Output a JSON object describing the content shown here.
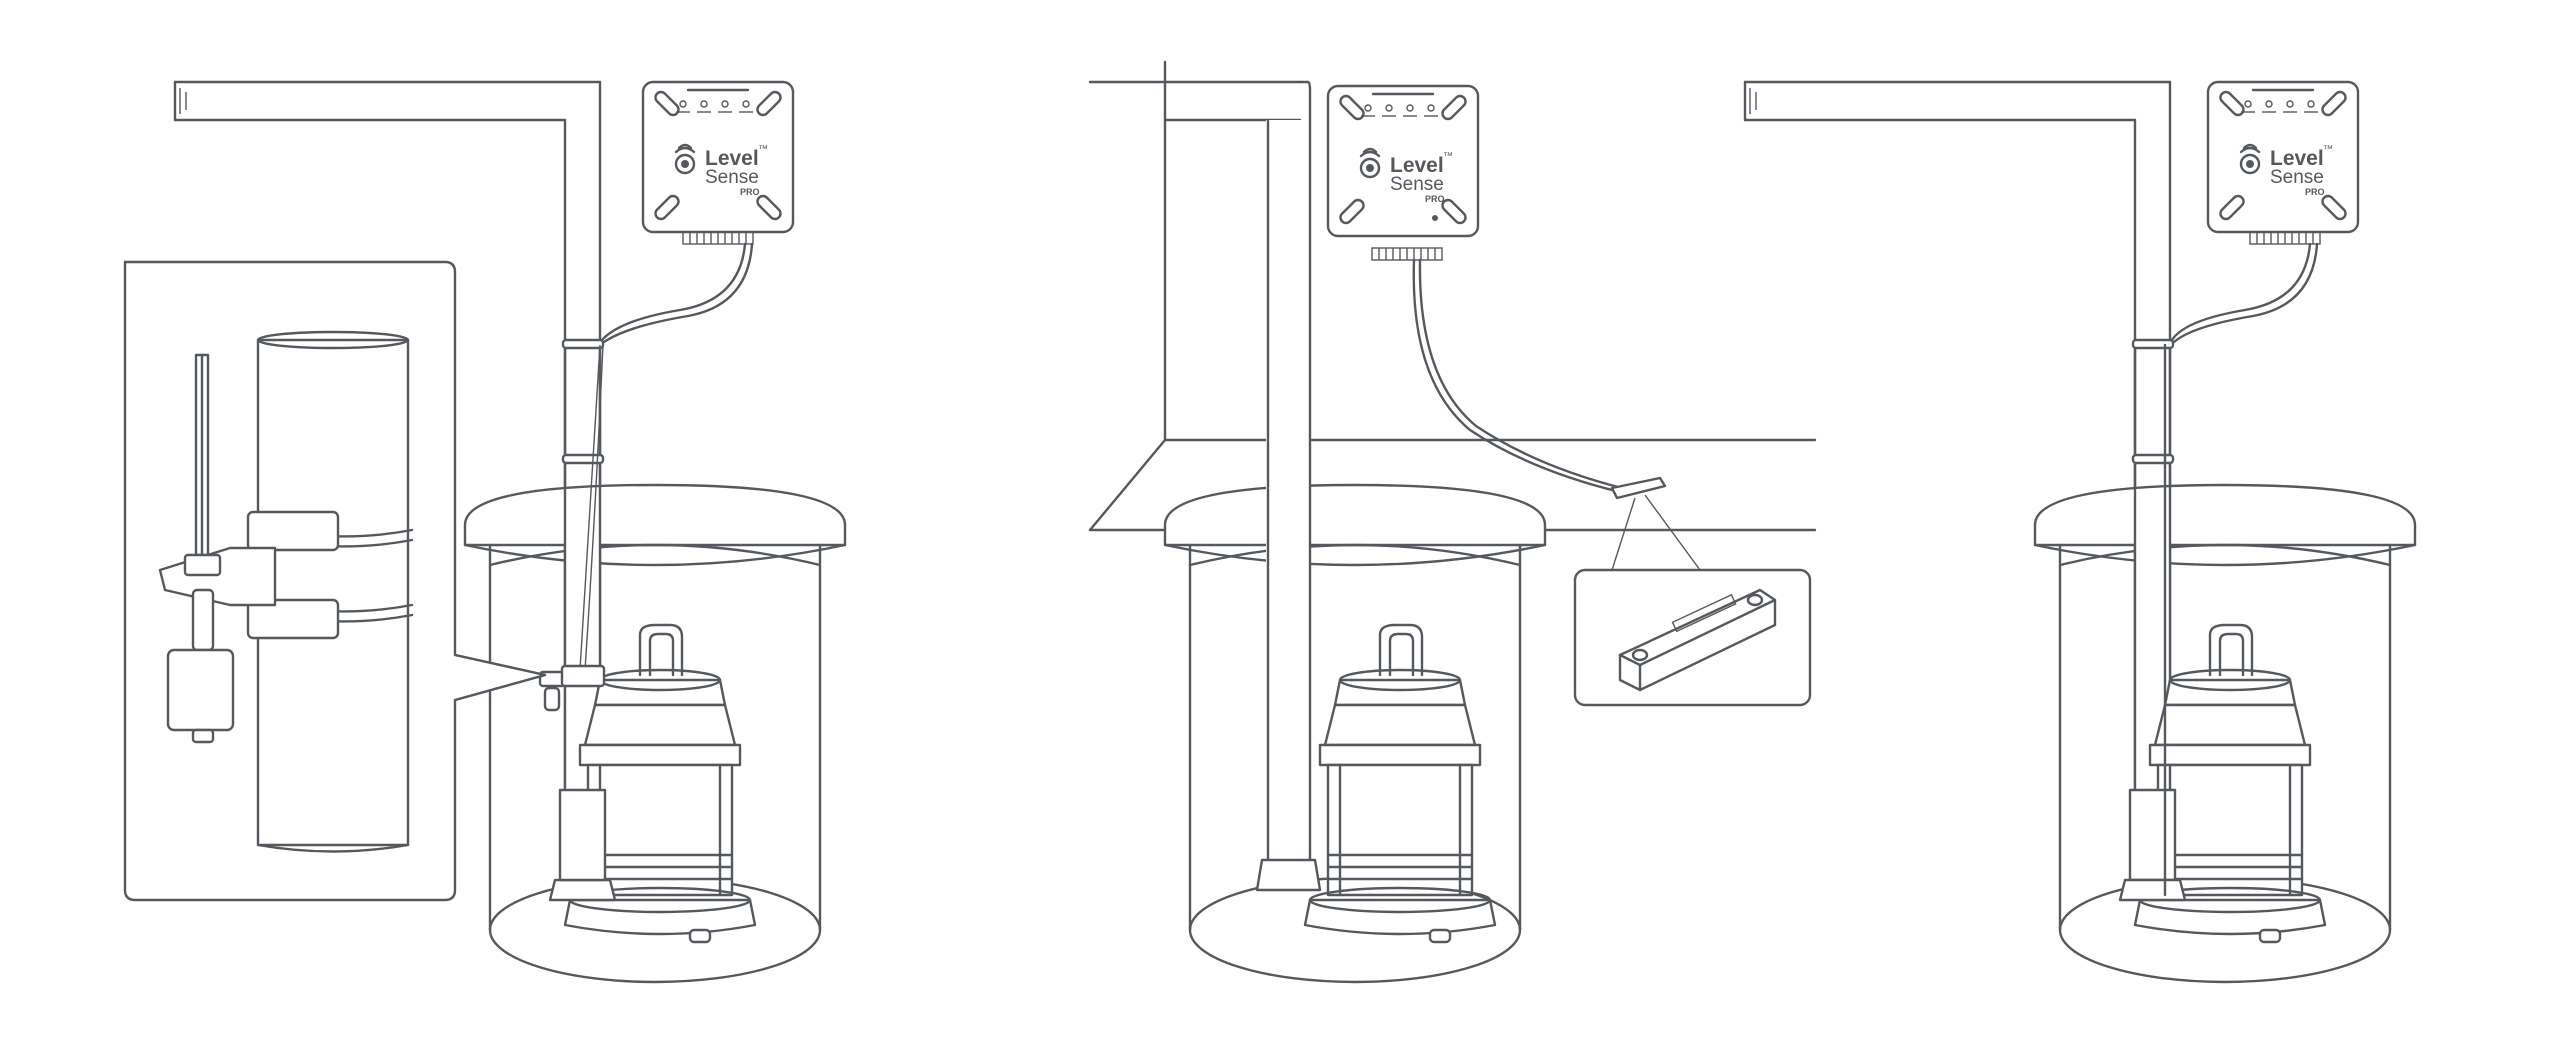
{
  "brand": {
    "word1": "Level",
    "word2": "Sense",
    "tag": "PRO",
    "tm": "™"
  },
  "panels": [
    {
      "id": "pipe-float-install"
    },
    {
      "id": "floor-sensor-install"
    },
    {
      "id": "pipe-mounted-install"
    }
  ],
  "colors": {
    "line": "#55585c",
    "background": "#ffffff"
  }
}
